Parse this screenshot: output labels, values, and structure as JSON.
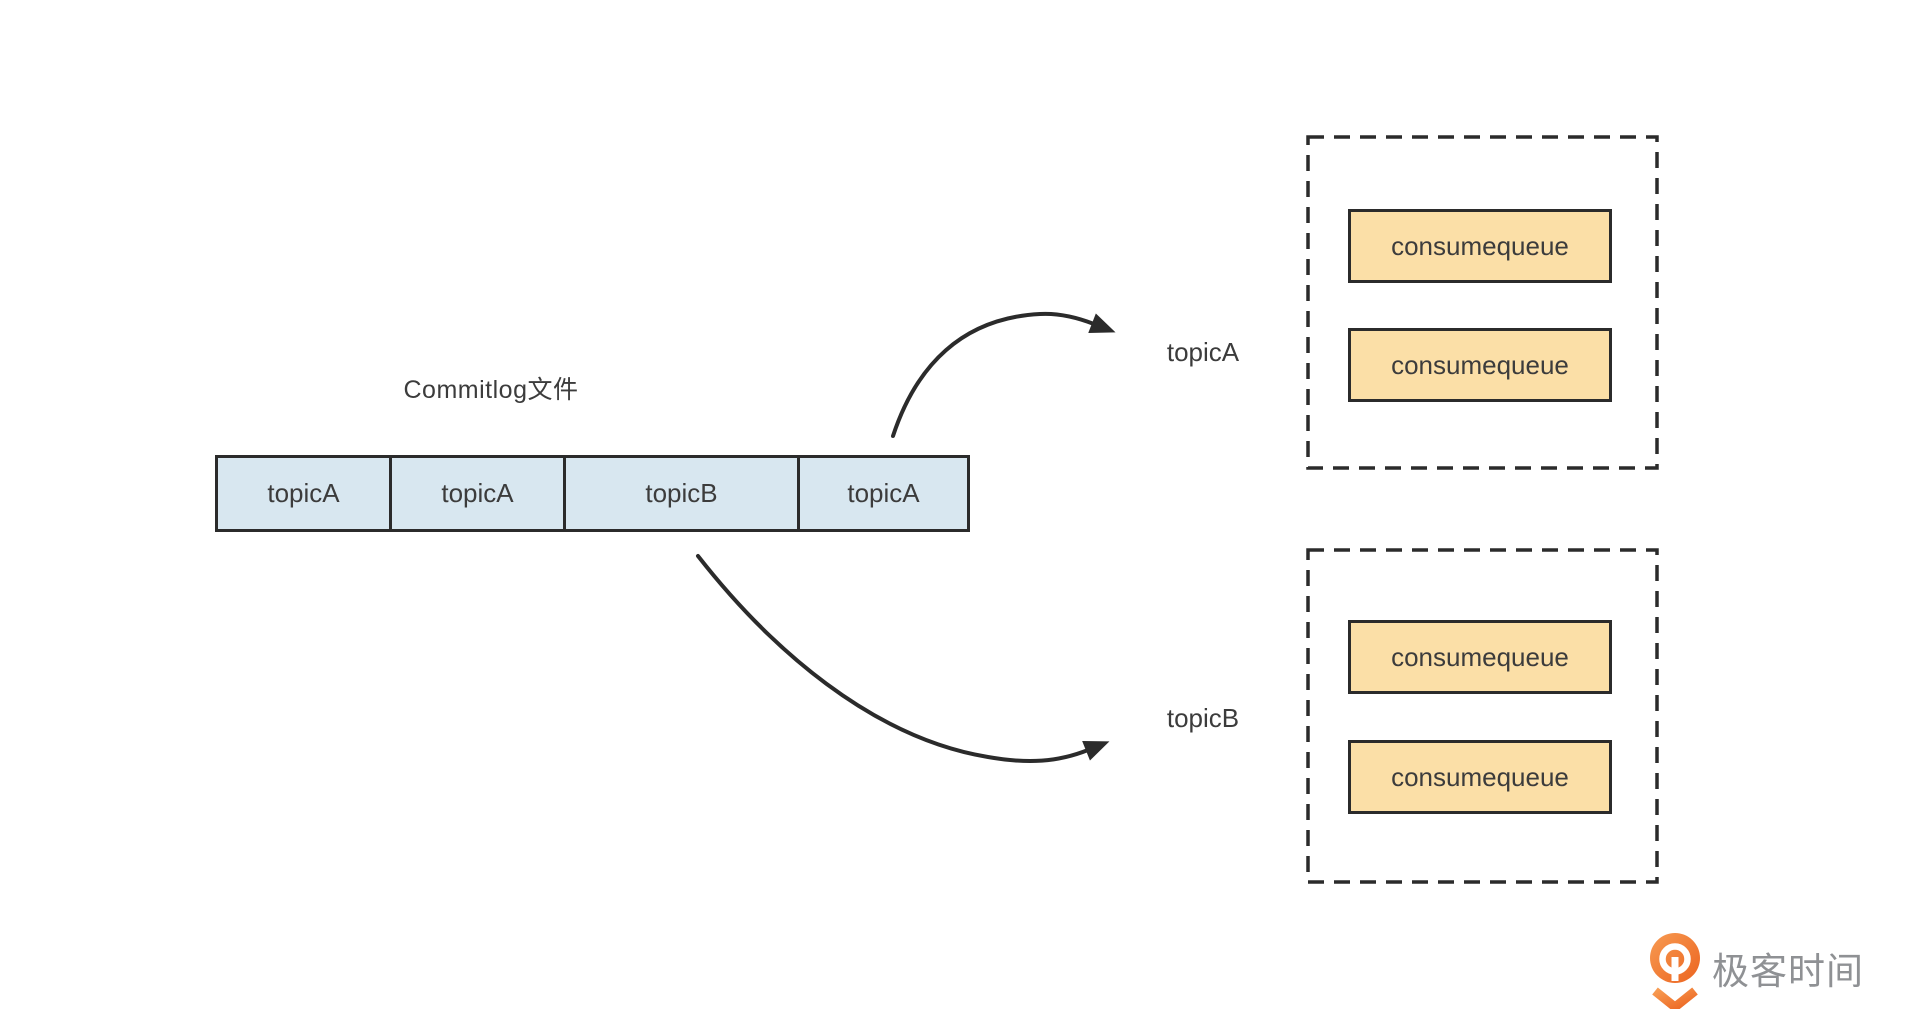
{
  "canvas": {
    "background": "#ffffff"
  },
  "title": "Commitlog文件",
  "commitlog": {
    "segments": [
      {
        "label": "topicA"
      },
      {
        "label": "topicA"
      },
      {
        "label": "topicB"
      },
      {
        "label": "topicA"
      }
    ],
    "box_fill": "#D8E7F0",
    "box_border": "#2B2B2B"
  },
  "topic_groups": [
    {
      "label": "topicA",
      "queues": [
        {
          "label": "consumequeue"
        },
        {
          "label": "consumequeue"
        }
      ]
    },
    {
      "label": "topicB",
      "queues": [
        {
          "label": "consumequeue"
        },
        {
          "label": "consumequeue"
        }
      ]
    }
  ],
  "queue_box": {
    "fill": "#FBDFA7",
    "border": "#2B2B2B"
  },
  "arrows": {
    "color": "#2B2B2B"
  },
  "logo": {
    "icon": "geektime-pin-icon",
    "text": "极客时间",
    "icon_color": "#F0752F",
    "text_color": "#8F9194"
  }
}
